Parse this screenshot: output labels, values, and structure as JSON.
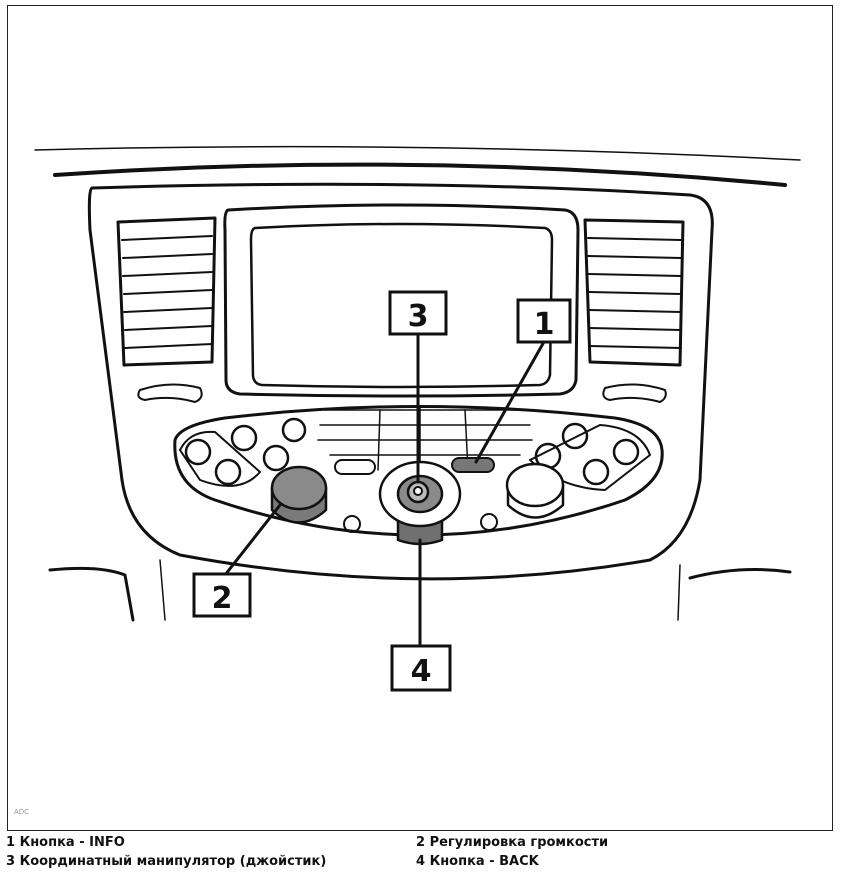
{
  "callouts": [
    {
      "number": "1",
      "caption": "1 Кнопка - INFO"
    },
    {
      "number": "2",
      "caption": "2 Регулировка громкости"
    },
    {
      "number": "3",
      "caption": "3 Координатный манипулятор (джойстик)"
    },
    {
      "number": "4",
      "caption": "4 Кнопка - BACK"
    }
  ],
  "watermark": "ADC",
  "colors": {
    "line": "#111111",
    "knob_fill": "#7a7a7a",
    "background": "#ffffff"
  }
}
